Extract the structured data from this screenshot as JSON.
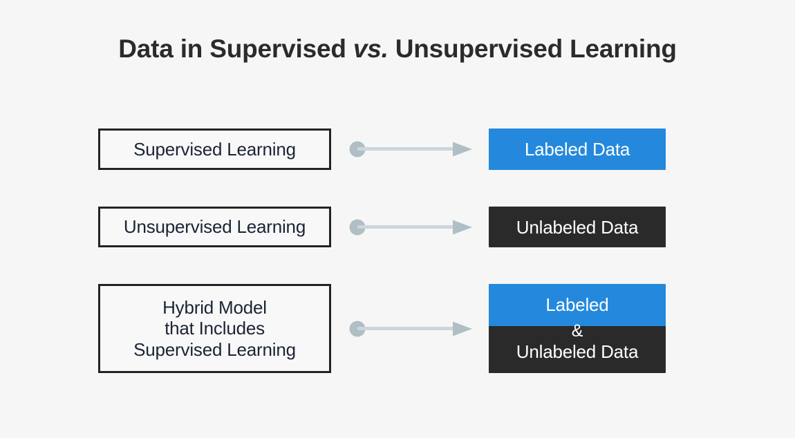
{
  "page": {
    "background_color": "#f6f6f6",
    "title_prefix": "Data in Supervised ",
    "title_italic": "vs.",
    "title_suffix": " Unsupervised Learning",
    "title_full": "Data in Supervised vs. Unsupervised Learning",
    "title_color": "#2b2b2b"
  },
  "colors": {
    "blue": "#2489dc",
    "dark": "#2a2a2a",
    "arrow": "#b0bec6",
    "outline": "#232323",
    "left_text": "#1b2433",
    "right_text": "#ffffff"
  },
  "rows": [
    {
      "left_label_lines": [
        "Supervised Learning"
      ],
      "connector": "arrow-right",
      "right_segments": [
        {
          "fill": "blue",
          "label": "Labeled Data"
        }
      ]
    },
    {
      "left_label_lines": [
        "Unsupervised Learning"
      ],
      "connector": "arrow-right",
      "right_segments": [
        {
          "fill": "dark",
          "label": "Unlabeled Data"
        }
      ]
    },
    {
      "left_label_lines": [
        "Hybrid Model",
        "that Includes",
        "Supervised Learning"
      ],
      "connector": "arrow-right",
      "right_segments": [
        {
          "fill": "blue",
          "label": "Labeled"
        },
        {
          "fill": "dark",
          "label": "&"
        },
        {
          "fill": "dark",
          "label": "Unlabeled Data"
        }
      ]
    }
  ]
}
